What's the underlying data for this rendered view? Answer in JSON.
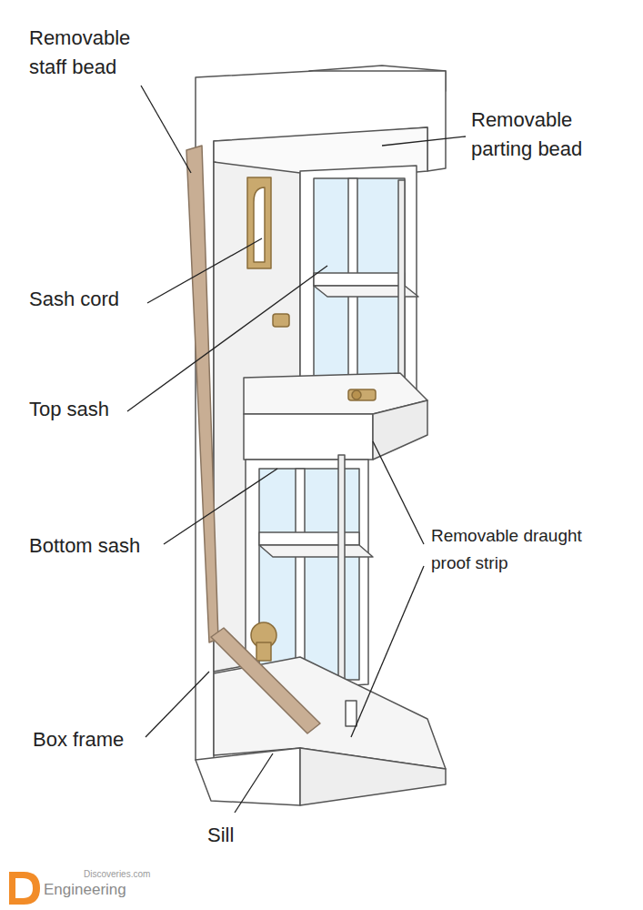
{
  "diagram": {
    "labels": [
      "Removable staff bead",
      "Removable parting bead",
      "Sash cord",
      "Top sash",
      "Bottom sash",
      "Removable draught proof strip",
      "Box frame",
      "Sill",
      "Discoveries.com",
      "Engineering"
    ]
  }
}
